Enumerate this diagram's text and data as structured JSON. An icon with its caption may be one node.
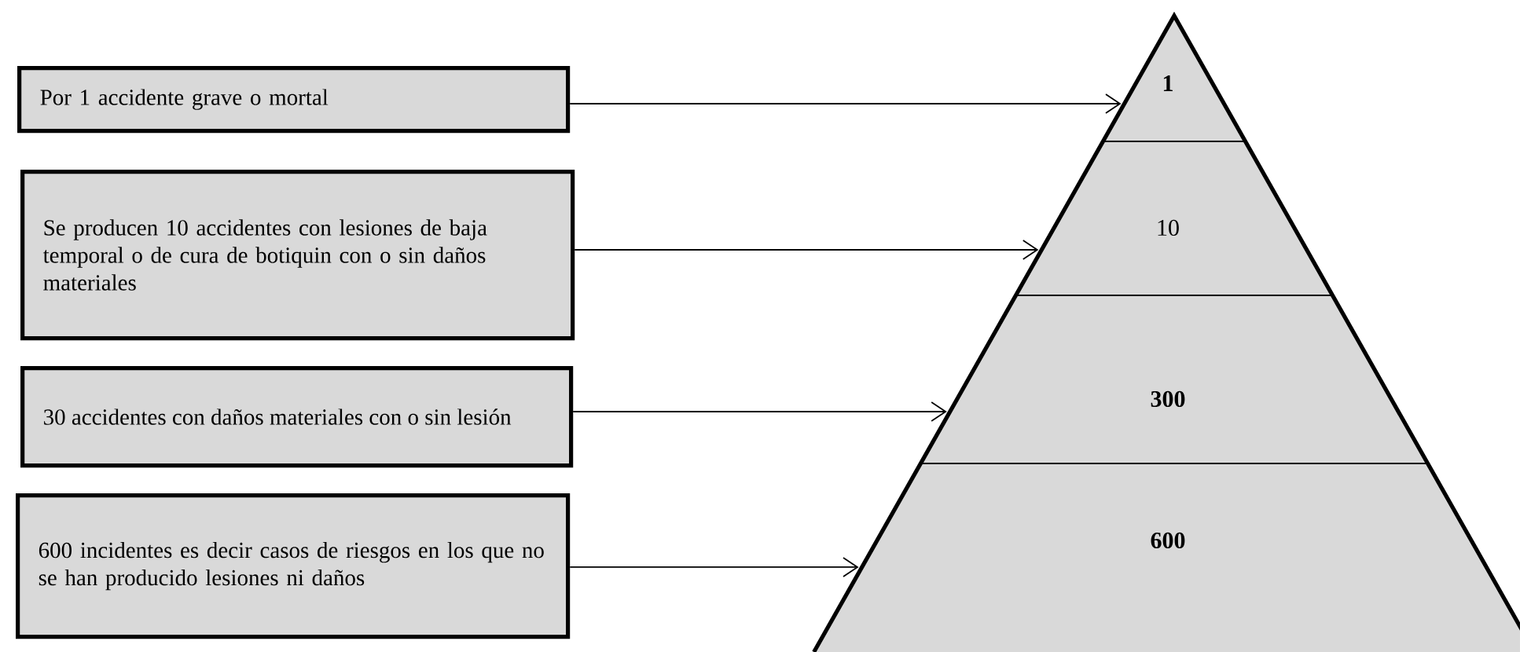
{
  "diagram": {
    "nodes": [
      {
        "text": [
          "Por 1 accidente grave o mortal"
        ]
      },
      {
        "text": [
          "Se producen 10 accidentes con lesiones de baja temporal o de cura de botiquin con o sin daños materiales"
        ]
      },
      {
        "text": [
          "30 accidentes con daños materiales con o sin lesión"
        ]
      },
      {
        "text": [
          "600 incidentes es decir casos de riesgos en los que no se han producido lesiones ni daños"
        ]
      },
      {
        "text": [
          "1"
        ]
      },
      {
        "text": [
          "10"
        ]
      },
      {
        "text": [
          "300"
        ]
      },
      {
        "text": [
          "600"
        ]
      }
    ],
    "edges": [
      {
        "from": 0,
        "to": 4,
        "arrow": "to"
      },
      {
        "from": 1,
        "to": 5,
        "arrow": "to"
      },
      {
        "from": 2,
        "to": 6,
        "arrow": "to"
      },
      {
        "from": 3,
        "to": 7,
        "arrow": "to"
      }
    ]
  }
}
